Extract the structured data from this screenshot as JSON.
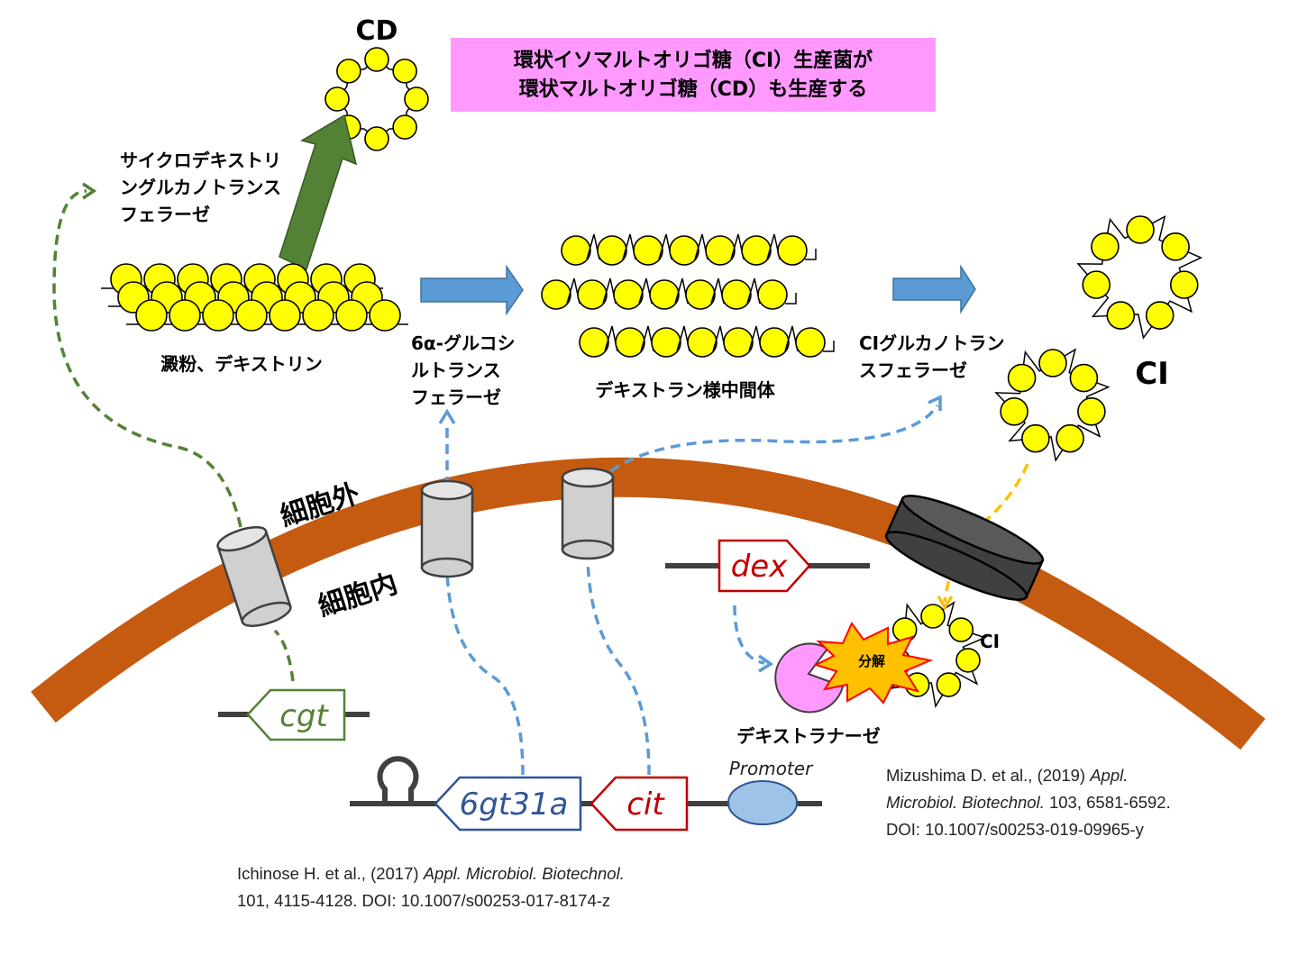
{
  "header_box": {
    "line1": "環状イソマルトオリゴ糖（CI）生産菌が",
    "line2": "環状マルトオリゴ糖（CD）も生産する",
    "fill": "#ff99ff"
  },
  "labels": {
    "cd": "CD",
    "ci_big": "CI",
    "ci_small": "CI",
    "cgtase": [
      "サイクロデキストリ",
      "ングルカノトランス",
      "フェラーゼ"
    ],
    "starch": "澱粉、デキストリン",
    "six_alpha": [
      "6α-グルコシ",
      "ルトランス",
      "フェラーゼ"
    ],
    "dextran_intermediate": "デキストラン様中間体",
    "ci_gt": [
      "CIグルカノトラン",
      "スフェラーゼ"
    ],
    "extracellular": "細胞外",
    "intracellular": "細胞内",
    "dextranase": "デキストラナーゼ",
    "degradation": "分解",
    "promoter": "Promoter"
  },
  "genes": {
    "cgt": "cgt",
    "six_gt": "6gt31a",
    "cit": "cit",
    "dex": "dex"
  },
  "references": {
    "ichinose": {
      "line1_plain": "Ichinose H. et al., (2017) ",
      "line1_italic": "Appl. Microbiol. Biotechnol.",
      "line2": "101, 4115-4128. DOI: 10.1007/s00253-017-8174-z"
    },
    "mizushima": {
      "line1_plain": "Mizushima D. et al., (2019) ",
      "line1_italic": "Appl.",
      "line2_italic": "Microbiol. Biotechnol.",
      "line2_plain": " 103, 6581-6592.",
      "line3": "DOI: 10.1007/s00253-019-09965-y"
    }
  },
  "colors": {
    "membrane": "#c55a11",
    "glucose": "#ffff00",
    "cgt_green": "#548235",
    "arrow_dark_green": "#538135",
    "blue_arrow": "#5b9bd5",
    "blue_dashed": "#5b9bd5",
    "gene_blue": "#2f5597",
    "gene_red": "#c00000",
    "gene_green": "#548235",
    "transporter": "#404040",
    "orange_dashed": "#ffc000",
    "dextranase": "#ff99ff",
    "promoter": "#9dc3e6"
  }
}
